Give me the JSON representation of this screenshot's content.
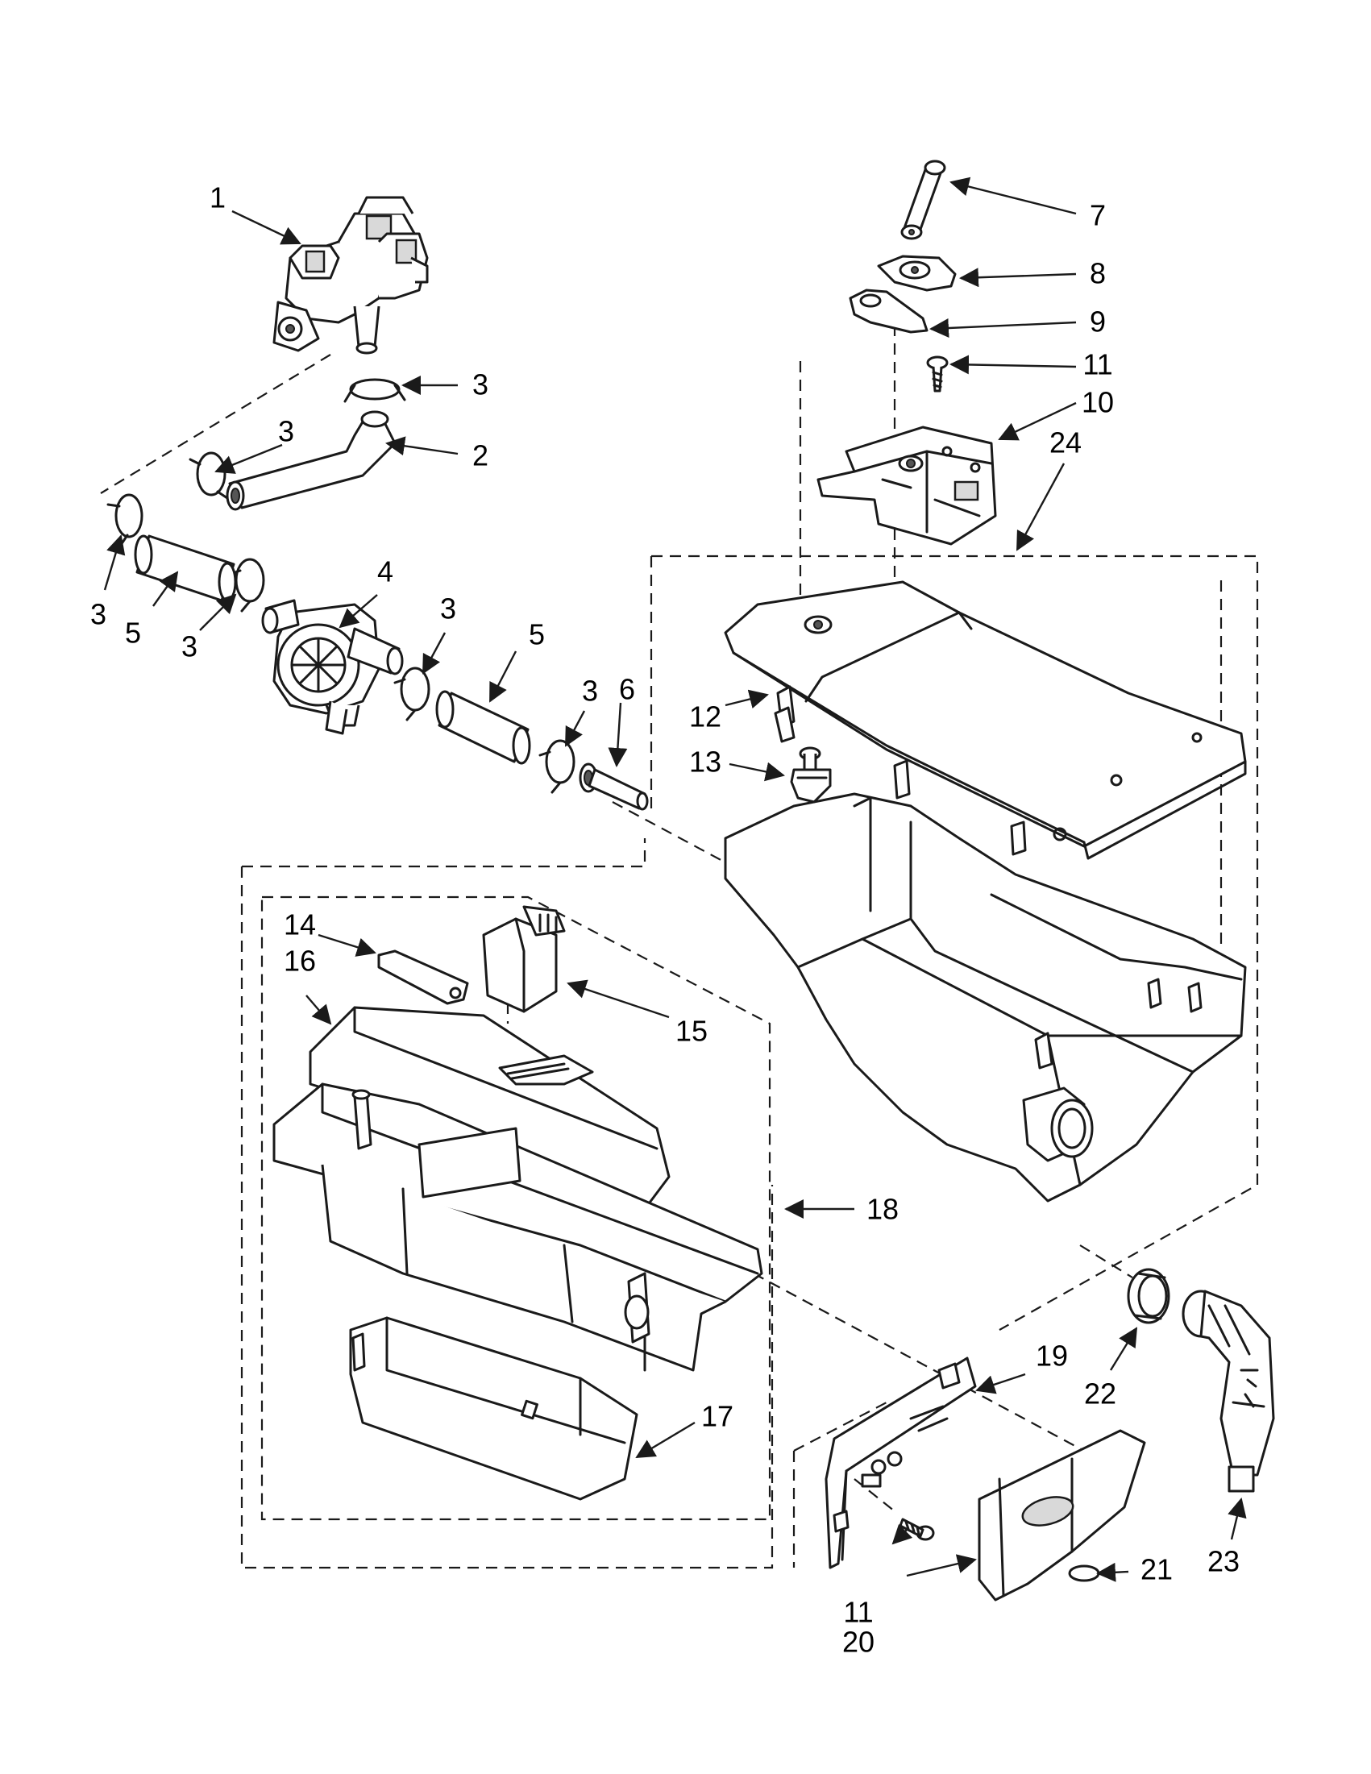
{
  "callouts": [
    {
      "id": "c1",
      "label": "1"
    },
    {
      "id": "c2",
      "label": "2"
    },
    {
      "id": "c3a",
      "label": "3"
    },
    {
      "id": "c3b",
      "label": "3"
    },
    {
      "id": "c3c",
      "label": "3"
    },
    {
      "id": "c3d",
      "label": "3"
    },
    {
      "id": "c3e",
      "label": "3"
    },
    {
      "id": "c3f",
      "label": "3"
    },
    {
      "id": "c4",
      "label": "4"
    },
    {
      "id": "c5a",
      "label": "5"
    },
    {
      "id": "c5b",
      "label": "5"
    },
    {
      "id": "c6",
      "label": "6"
    },
    {
      "id": "c7",
      "label": "7"
    },
    {
      "id": "c8",
      "label": "8"
    },
    {
      "id": "c9",
      "label": "9"
    },
    {
      "id": "c10",
      "label": "10"
    },
    {
      "id": "c11a",
      "label": "11"
    },
    {
      "id": "c11b",
      "label": "11"
    },
    {
      "id": "c12",
      "label": "12"
    },
    {
      "id": "c13",
      "label": "13"
    },
    {
      "id": "c14",
      "label": "14"
    },
    {
      "id": "c15",
      "label": "15"
    },
    {
      "id": "c16",
      "label": "16"
    },
    {
      "id": "c17",
      "label": "17"
    },
    {
      "id": "c18",
      "label": "18"
    },
    {
      "id": "c19",
      "label": "19"
    },
    {
      "id": "c20",
      "label": "20"
    },
    {
      "id": "c21",
      "label": "21"
    },
    {
      "id": "c22",
      "label": "22"
    },
    {
      "id": "c23",
      "label": "23"
    },
    {
      "id": "c24",
      "label": "24"
    }
  ]
}
